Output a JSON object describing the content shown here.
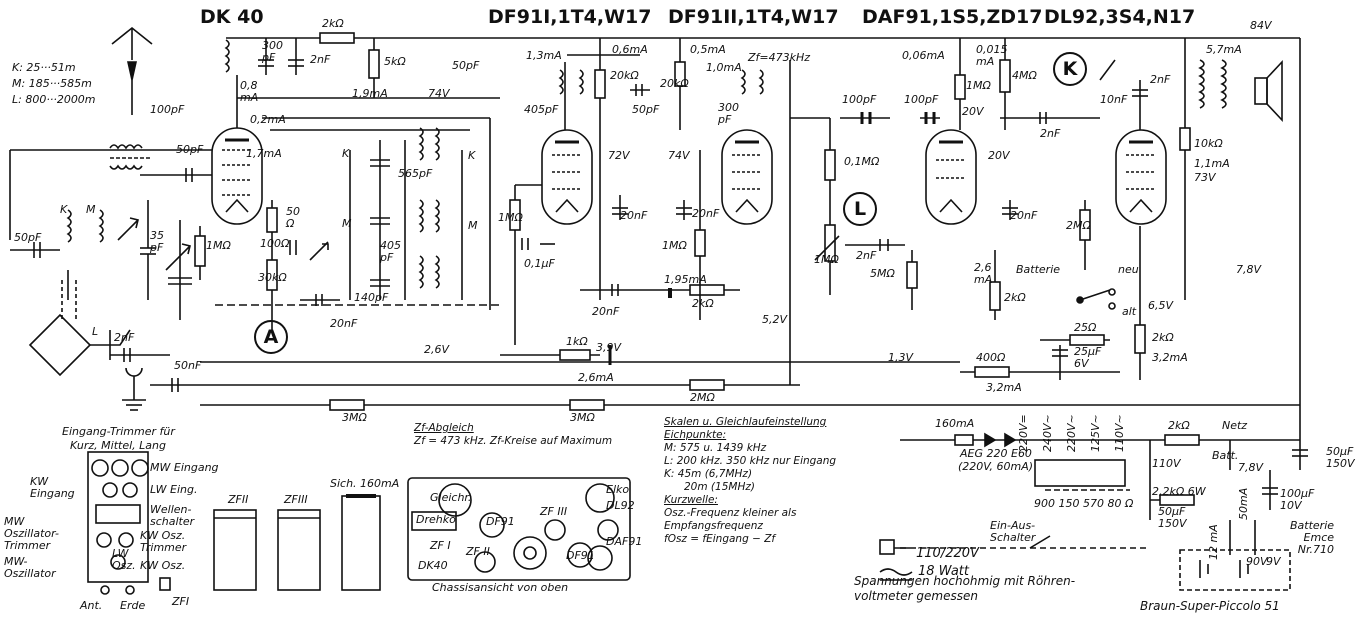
{
  "tubes": {
    "dk40": "DK 40",
    "df91_1": "DF91I,1T4,W17",
    "df91_2": "DF91II,1T4,W17",
    "daf91": "DAF91,1S5,ZD17",
    "dl92": "DL92,3S4,N17"
  },
  "ranges": {
    "k": "K:  25···51m",
    "m": "M:  185···585m",
    "l": "L:  800···2000m"
  },
  "markers": {
    "a": "A",
    "l": "L",
    "k": "K"
  },
  "components": [
    {
      "id": "c_100pf_in",
      "text": "100pF"
    },
    {
      "id": "c_50pf_l",
      "text": "50pF"
    },
    {
      "id": "c_50pf_g",
      "text": "50pF"
    },
    {
      "id": "c_300pf",
      "text": "300\npF"
    },
    {
      "id": "c_2nf_a",
      "text": "2nF"
    },
    {
      "id": "r_2k_top",
      "text": "2kΩ"
    },
    {
      "id": "r_5k",
      "text": "5kΩ"
    },
    {
      "id": "i_08ma",
      "text": "0,8\nmA"
    },
    {
      "id": "i_19ma",
      "text": "1,9mA"
    },
    {
      "id": "i_02ma",
      "text": "0,2mA"
    },
    {
      "id": "i_17ma",
      "text": "1,7mA"
    },
    {
      "id": "v_74a",
      "text": "74V"
    },
    {
      "id": "c_50pf_b",
      "text": "50pF"
    },
    {
      "id": "k_sw",
      "text": "K"
    },
    {
      "id": "m_sw",
      "text": "M"
    },
    {
      "id": "k_sw2",
      "text": "K"
    },
    {
      "id": "m_sw2",
      "text": "M"
    },
    {
      "id": "k_sw3",
      "text": "K"
    },
    {
      "id": "m_sw3",
      "text": "M"
    },
    {
      "id": "l_sw",
      "text": "L"
    },
    {
      "id": "c_565",
      "text": "565pF"
    },
    {
      "id": "c_405",
      "text": "405\npF"
    },
    {
      "id": "c_140",
      "text": "140pF"
    },
    {
      "id": "c_35",
      "text": "35\npF"
    },
    {
      "id": "r_1m_a",
      "text": "1MΩ"
    },
    {
      "id": "r_50",
      "text": "50\nΩ"
    },
    {
      "id": "r_100",
      "text": "100Ω"
    },
    {
      "id": "r_30k",
      "text": "30kΩ"
    },
    {
      "id": "c_20nf_a",
      "text": "20nF"
    },
    {
      "id": "c_2nf_ant",
      "text": "2nF"
    },
    {
      "id": "c_50nf",
      "text": "50nF"
    },
    {
      "id": "v_26",
      "text": "2,6V"
    },
    {
      "id": "r_3m_a",
      "text": "3MΩ"
    },
    {
      "id": "r_3m_b",
      "text": "3MΩ"
    },
    {
      "id": "i_13ma",
      "text": "1,3mA"
    },
    {
      "id": "r_20k_a",
      "text": "20kΩ"
    },
    {
      "id": "i_06ma",
      "text": "0,6mA"
    },
    {
      "id": "c_405b",
      "text": "405pF"
    },
    {
      "id": "c_50pf_c",
      "text": "50pF"
    },
    {
      "id": "v_72",
      "text": "72V"
    },
    {
      "id": "r_1m_b",
      "text": "1MΩ"
    },
    {
      "id": "c_01uf",
      "text": "0,1μF"
    },
    {
      "id": "c_20nf_b",
      "text": "20nF"
    },
    {
      "id": "i_195",
      "text": "1,95mA"
    },
    {
      "id": "r_2k_b",
      "text": "2kΩ"
    },
    {
      "id": "c_20nf_c",
      "text": "20nF"
    },
    {
      "id": "v_39",
      "text": "3,9V"
    },
    {
      "id": "r_1k",
      "text": "1kΩ"
    },
    {
      "id": "i_26ma",
      "text": "2,6mA"
    },
    {
      "id": "r_2m",
      "text": "2MΩ"
    },
    {
      "id": "i_05ma",
      "text": "0,5mA"
    },
    {
      "id": "r_20k_b",
      "text": "20kΩ"
    },
    {
      "id": "i_10ma",
      "text": "1,0mA"
    },
    {
      "id": "zf",
      "text": "Zf=473kHz"
    },
    {
      "id": "v_74b",
      "text": "74V"
    },
    {
      "id": "c_300b",
      "text": "300\npF"
    },
    {
      "id": "c_20nf_d",
      "text": "20nF"
    },
    {
      "id": "r_1m_c",
      "text": "1MΩ"
    },
    {
      "id": "v_52",
      "text": "5,2V"
    },
    {
      "id": "c_100pf_b",
      "text": "100pF"
    },
    {
      "id": "r_01m",
      "text": "0,1MΩ"
    },
    {
      "id": "r_1m_d",
      "text": "1MΩ"
    },
    {
      "id": "c_2nf_b",
      "text": "2nF"
    },
    {
      "id": "r_5m",
      "text": "5MΩ"
    },
    {
      "id": "i_006",
      "text": "0,06mA"
    },
    {
      "id": "r_1m_e",
      "text": "1MΩ"
    },
    {
      "id": "c_100pf_c",
      "text": "100pF"
    },
    {
      "id": "v_20a",
      "text": "20V"
    },
    {
      "id": "i_0015",
      "text": "0,015\nmA"
    },
    {
      "id": "r_4m",
      "text": "4MΩ"
    },
    {
      "id": "v_20b",
      "text": "20V"
    },
    {
      "id": "c_20nf_e",
      "text": "20nF"
    },
    {
      "id": "c_2nf_c",
      "text": "2nF"
    },
    {
      "id": "r_2m_b",
      "text": "2MΩ"
    },
    {
      "id": "i_26b",
      "text": "2,6\nmA"
    },
    {
      "id": "r_2k_c",
      "text": "2kΩ"
    },
    {
      "id": "v_13",
      "text": "1,3V"
    },
    {
      "id": "r_400",
      "text": "400Ω"
    },
    {
      "id": "i_32a",
      "text": "3,2mA"
    },
    {
      "id": "bat",
      "text": "Batterie"
    },
    {
      "id": "neu",
      "text": "neu"
    },
    {
      "id": "alt",
      "text": "alt"
    },
    {
      "id": "r_25",
      "text": "25Ω"
    },
    {
      "id": "c_25uf",
      "text": "25μF\n6V"
    },
    {
      "id": "c_10nf",
      "text": "10nF"
    },
    {
      "id": "c_2nf_d",
      "text": "2nF"
    },
    {
      "id": "i_57",
      "text": "5,7mA"
    },
    {
      "id": "v_84",
      "text": "84V"
    },
    {
      "id": "r_10k",
      "text": "10kΩ"
    },
    {
      "id": "i_11",
      "text": "1,1mA"
    },
    {
      "id": "v_73",
      "text": "73V"
    },
    {
      "id": "v_65",
      "text": "6,5V"
    },
    {
      "id": "r_2k_d",
      "text": "2kΩ"
    },
    {
      "id": "i_32b",
      "text": "3,2mA"
    },
    {
      "id": "v_78a",
      "text": "7,8V"
    }
  ],
  "power": {
    "i_160": "160mA",
    "aeg": "AEG 220 E60",
    "aeg2": "(220V, 60mA)",
    "taps": [
      "220V=",
      "240V~",
      "220V~",
      "125V~",
      "110V~"
    ],
    "tap_values": "900  150  570  80 Ω",
    "mains": "110/220V",
    "watt": "18 Watt",
    "v_110": "110V",
    "r_2k": "2kΩ",
    "netz": "Netz",
    "batt": "Batt.",
    "r_22k": "2,2kΩ 6W",
    "c_50uf": "50μF\n150V",
    "c_50uf_r": "50μF\n150V",
    "v_78": "7,8V",
    "c_100uf": "100μF\n10V",
    "bat_label": "Batterie\nEmce\nNr.710",
    "i_12": "12 mA",
    "i_50": "50mA",
    "v_90": "90V",
    "v_9": "9V",
    "ein_aus": "Ein-Aus-\nSchalter",
    "measured": "Spannungen hochohmig mit Röhren-\nvoltmeter gemessen",
    "model": "Braun-Super-Piccolo 51"
  },
  "notes": {
    "zf_title": "Zf-Abgleich",
    "zf_text": "Zf = 473 kHz. Zf-Kreise auf Maximum",
    "skalen_title": "Skalen u. Gleichlaufeinstellung",
    "eich": "Eichpunkte:",
    "m": "M:  575 u. 1439 kHz",
    "l": "L:  200 kHz. 350 kHz nur Eingang",
    "k": "K:  45m (6,7MHz)",
    "k2": "20m (15MHz)",
    "kurz": "Kurzwelle:",
    "osz1": "Osz.-Frequenz kleiner als",
    "osz2": "Empfangsfrequenz",
    "formula": "fOsz = fEingang − Zf"
  },
  "trimmer": {
    "title1": "Eingang-Trimmer für",
    "title2": "Kurz, Mittel, Lang",
    "kw_eing": "KW\nEingang",
    "mw_eing": "MW Eingang",
    "lw_eing": "LW Eing.",
    "mw_osz_trim": "MW\nOszillator-\nTrimmer",
    "wellen": "Wellen-\nschalter",
    "kw_osz_trim": "KW Osz.\nTrimmer",
    "mw_osz": "MW-\nOszillator",
    "lw_osz": "LW\nOsz.",
    "kw_osz": "KW Osz.",
    "ant": "Ant.",
    "erde": "Erde",
    "zf1": "ZFI",
    "zf2": "ZFII",
    "zf3": "ZFIII",
    "sich": "Sich. 160mA"
  },
  "chassis": {
    "caption": "Chassisansicht von oben",
    "gleichr": "Gleichr.",
    "drehko": "Drehko",
    "df91a": "DF91",
    "zf1": "ZF I",
    "zf2": "ZF II",
    "zf3": "ZF III",
    "dk40": "DK40",
    "df91b": "DF91",
    "elko": "Elko",
    "dl92": "DL92",
    "daf91": "DAF91"
  }
}
